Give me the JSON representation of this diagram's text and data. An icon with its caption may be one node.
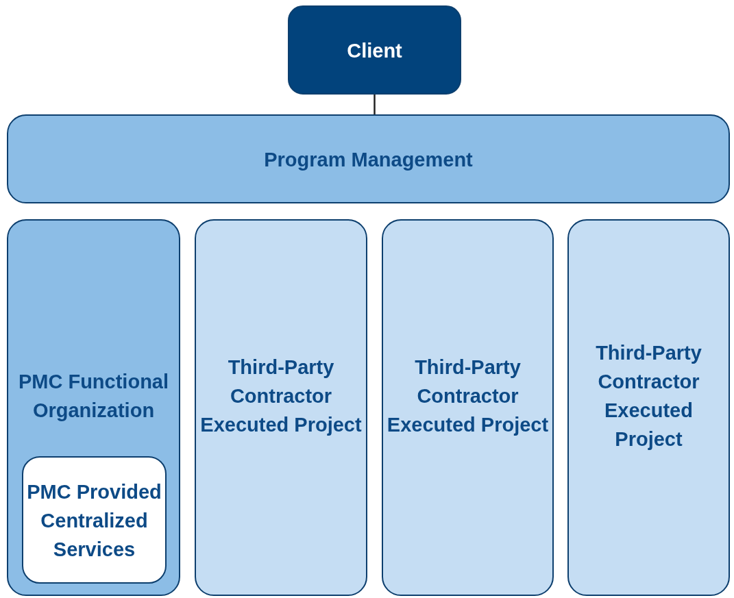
{
  "diagram": {
    "nodes": [
      {
        "text": [
          "Client"
        ]
      },
      {
        "text": [
          "Program Management"
        ]
      },
      {
        "text": [
          "PMC Functional Organization"
        ]
      },
      {
        "text": [
          "PMC Provided Centralized Services"
        ],
        "in": 2
      },
      {
        "text": [
          "Third-Party Contractor Executed Project"
        ]
      },
      {
        "text": [
          "Third-Party Contractor Executed Project"
        ]
      },
      {
        "text": [
          "Third-Party Contractor Executed Project"
        ]
      }
    ],
    "edges": [
      {
        "from": 0,
        "to": 1,
        "arrow": "none"
      }
    ]
  }
}
